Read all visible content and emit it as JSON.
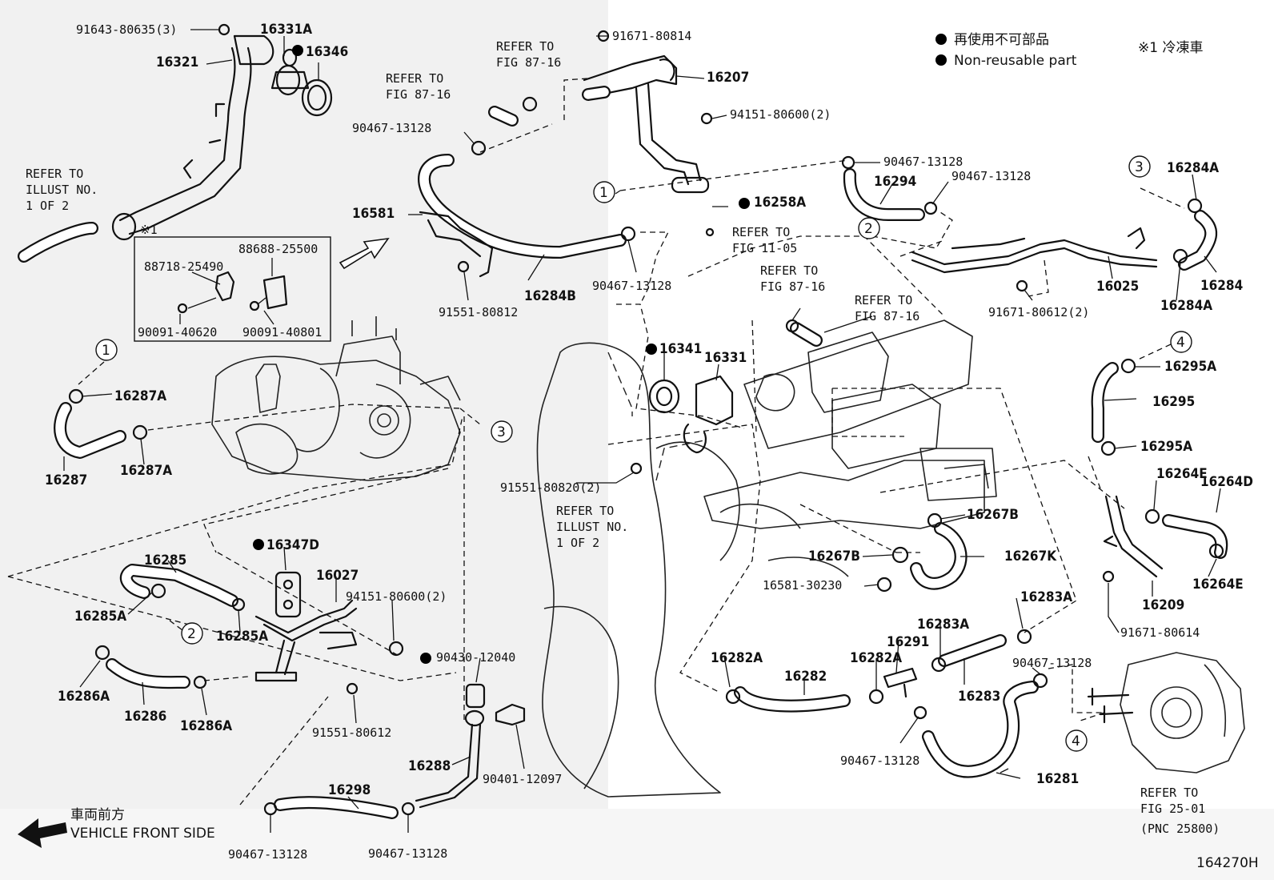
{
  "legend": {
    "non_reusable_jp": "再使用不可部品",
    "non_reusable_en": "Non-reusable part",
    "note_jp": "※1 冷凍車",
    "front_jp": "車両前方",
    "front_en": "VEHICLE FRONT SIDE"
  },
  "figure_id": "164270H",
  "parts": [
    {
      "id": "p01",
      "text": "91643-80635(3)"
    },
    {
      "id": "p02",
      "text": "16331A"
    },
    {
      "id": "p03",
      "text": "16346"
    },
    {
      "id": "p04",
      "text": "16321"
    },
    {
      "id": "p05",
      "text": "91671-80814"
    },
    {
      "id": "p06",
      "text": "16207"
    },
    {
      "id": "p07",
      "text": "94151-80600(2)"
    },
    {
      "id": "p08",
      "text": "90467-13128"
    },
    {
      "id": "p09",
      "text": "16294"
    },
    {
      "id": "p10",
      "text": "90467-13128"
    },
    {
      "id": "p11",
      "text": "16284A"
    },
    {
      "id": "p12",
      "text": "16258A"
    },
    {
      "id": "p13",
      "text": "90467-13128"
    },
    {
      "id": "p14",
      "text": "16581"
    },
    {
      "id": "p15",
      "text": "88688-25500"
    },
    {
      "id": "p16",
      "text": "88718-25490"
    },
    {
      "id": "p17",
      "text": "90091-40620"
    },
    {
      "id": "p18",
      "text": "90091-40801"
    },
    {
      "id": "p19",
      "text": "91551-80812"
    },
    {
      "id": "p20",
      "text": "16284B"
    },
    {
      "id": "p21",
      "text": "90467-13128"
    },
    {
      "id": "p22",
      "text": "16025"
    },
    {
      "id": "p23",
      "text": "16284"
    },
    {
      "id": "p24",
      "text": "91671-80612(2)"
    },
    {
      "id": "p25",
      "text": "16284A"
    },
    {
      "id": "p26",
      "text": "16341"
    },
    {
      "id": "p27",
      "text": "16331"
    },
    {
      "id": "p28",
      "text": "16295A"
    },
    {
      "id": "p29",
      "text": "16295"
    },
    {
      "id": "p30",
      "text": "16295A"
    },
    {
      "id": "p31",
      "text": "16287A"
    },
    {
      "id": "p32",
      "text": "16287A"
    },
    {
      "id": "p33",
      "text": "16287"
    },
    {
      "id": "p34",
      "text": "91551-80820(2)"
    },
    {
      "id": "p35",
      "text": "16264E"
    },
    {
      "id": "p36",
      "text": "16264D"
    },
    {
      "id": "p37",
      "text": "16267B"
    },
    {
      "id": "p38",
      "text": "16267B"
    },
    {
      "id": "p39",
      "text": "16267K"
    },
    {
      "id": "p40",
      "text": "16581-30230"
    },
    {
      "id": "p41",
      "text": "16264E"
    },
    {
      "id": "p42",
      "text": "16209"
    },
    {
      "id": "p43",
      "text": "91671-80614"
    },
    {
      "id": "p44",
      "text": "16347D"
    },
    {
      "id": "p45",
      "text": "16285"
    },
    {
      "id": "p46",
      "text": "16027"
    },
    {
      "id": "p47",
      "text": "94151-80600(2)"
    },
    {
      "id": "p48",
      "text": "16285A"
    },
    {
      "id": "p49",
      "text": "16285A"
    },
    {
      "id": "p50",
      "text": "90430-12040"
    },
    {
      "id": "p51",
      "text": "16283A"
    },
    {
      "id": "p52",
      "text": "16283A"
    },
    {
      "id": "p53",
      "text": "16291"
    },
    {
      "id": "p54",
      "text": "16282A"
    },
    {
      "id": "p55",
      "text": "16282A"
    },
    {
      "id": "p56",
      "text": "16282"
    },
    {
      "id": "p57",
      "text": "16283"
    },
    {
      "id": "p58",
      "text": "90467-13128"
    },
    {
      "id": "p59",
      "text": "16286A"
    },
    {
      "id": "p60",
      "text": "16286"
    },
    {
      "id": "p61",
      "text": "16286A"
    },
    {
      "id": "p62",
      "text": "91551-80612"
    },
    {
      "id": "p63",
      "text": "16288"
    },
    {
      "id": "p64",
      "text": "90401-12097"
    },
    {
      "id": "p65",
      "text": "90467-13128"
    },
    {
      "id": "p66",
      "text": "16281"
    },
    {
      "id": "p67",
      "text": "16298"
    },
    {
      "id": "p68",
      "text": "90467-13128"
    },
    {
      "id": "p69",
      "text": "90467-13128"
    }
  ],
  "refs": [
    {
      "id": "r01",
      "lines": [
        "REFER TO",
        "FIG 87-16"
      ]
    },
    {
      "id": "r02",
      "lines": [
        "REFER TO",
        "FIG 87-16"
      ]
    },
    {
      "id": "r03",
      "lines": [
        "REFER TO",
        "ILLUST NO.",
        "1 OF 2"
      ]
    },
    {
      "id": "r04",
      "lines": [
        "REFER TO",
        "FIG 11-05"
      ]
    },
    {
      "id": "r05",
      "lines": [
        "REFER TO",
        "FIG 87-16"
      ]
    },
    {
      "id": "r06",
      "lines": [
        "REFER TO",
        "FIG 87-16"
      ]
    },
    {
      "id": "r07",
      "lines": [
        "REFER TO",
        "ILLUST NO.",
        "1 OF 2"
      ]
    },
    {
      "id": "r08",
      "lines": [
        "REFER TO",
        "FIG 25-01",
        "(PNC 25800)"
      ]
    }
  ],
  "callouts": [
    "1",
    "1",
    "2",
    "2",
    "3",
    "3",
    "4",
    "4"
  ],
  "note_mark": "※1",
  "colors": {
    "ink": "#111111",
    "background": "#ffffff",
    "shade": "#f0f0f0"
  }
}
